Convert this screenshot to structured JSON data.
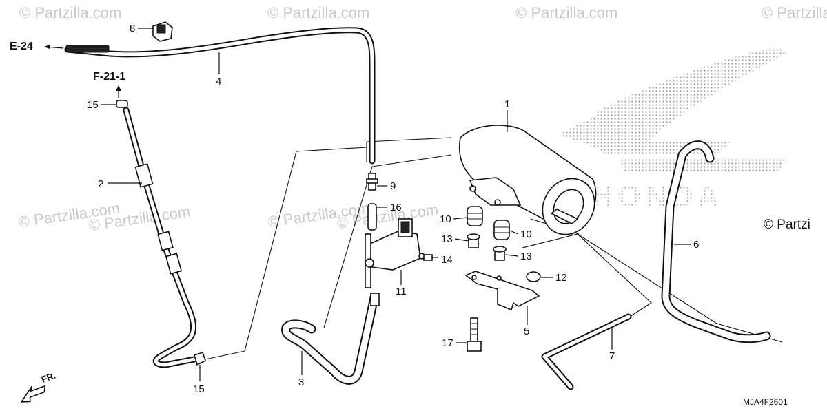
{
  "watermarks": [
    "© Partzilla.com",
    "© Partzilla.com",
    "© Partzilla.com",
    "© Partzilla.com",
    "© Partzilla.com",
    "© Partzilla.com",
    "© Partzilla.com",
    "© Partzilla.com"
  ],
  "brand_watermark": "© Partzi",
  "logo_text": "HONDA",
  "references": {
    "e24": "E-24",
    "f211": "F-21-1"
  },
  "callouts": {
    "c1": "1",
    "c2": "2",
    "c3": "3",
    "c4": "4",
    "c5": "5",
    "c6": "6",
    "c7": "7",
    "c8": "8",
    "c9": "9",
    "c10a": "10",
    "c10b": "10",
    "c11": "11",
    "c12": "12",
    "c13a": "13",
    "c13b": "13",
    "c14": "14",
    "c15a": "15",
    "c15b": "15",
    "c16": "16",
    "c17": "17"
  },
  "front_marker": "FR.",
  "diagram_code": "MJA4F2601"
}
